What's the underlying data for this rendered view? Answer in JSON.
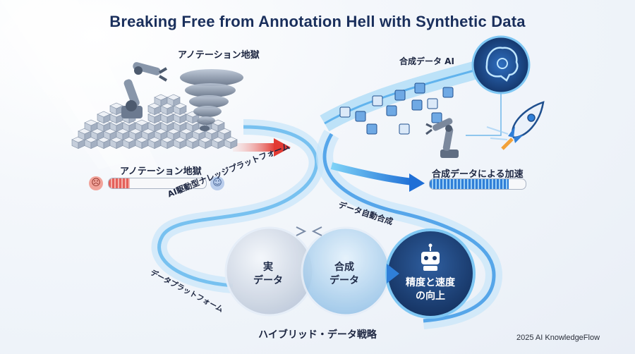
{
  "title": "Breaking Free from Annotation Hell with Synthetic Data",
  "labels": {
    "annotation_hell_top": "アノテーション地獄",
    "annotation_hell_bar": "アノテーション地獄",
    "synthetic_ai": "合成データ AI",
    "acceleration": "合成データによる加速",
    "ai_platform": "AI駆動型ナレッジプラットフォーム",
    "data_platform": "データプラットフォーム",
    "auto_synthesis": "データ自動合成",
    "hybrid_strategy": "ハイブリッド・データ戦略"
  },
  "circles": {
    "real": "実\nデータ",
    "synthetic": "合成\nデータ",
    "result": "精度と速度\nの向上"
  },
  "bars": {
    "hell_fill": 0.22,
    "accel_fill": 0.82
  },
  "colors": {
    "hell_red": "#e4605a",
    "accent_blue": "#2f7fd8",
    "dark_navy": "#1a3a6e"
  },
  "copyright": "2025 AI KnowledgeFlow"
}
